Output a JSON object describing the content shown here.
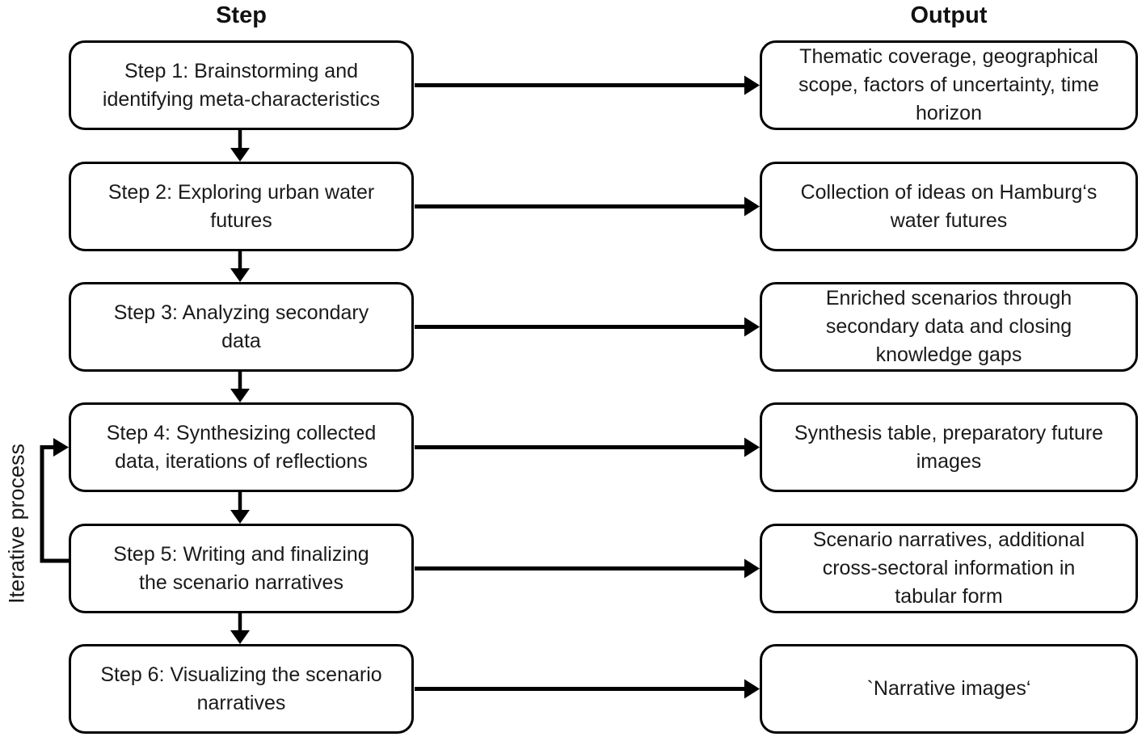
{
  "headers": {
    "step": "Step",
    "output": "Output"
  },
  "iterative_label": "Iterative process",
  "rows": [
    {
      "step": "Step 1: Brainstorming and identifying meta-characteristics",
      "output": "Thematic coverage, geographical scope, factors of uncertainty, time horizon"
    },
    {
      "step": "Step 2: Exploring urban water futures",
      "output": "Collection of ideas on Hamburg‘s water futures"
    },
    {
      "step": "Step 3: Analyzing secondary data",
      "output": "Enriched scenarios through secondary data and closing knowledge gaps"
    },
    {
      "step": "Step 4: Synthesizing collected data, iterations of reflections",
      "output": "Synthesis table, preparatory future images"
    },
    {
      "step": "Step 5: Writing and finalizing the scenario narratives",
      "output": "Scenario narratives, additional cross-sectoral information in tabular form"
    },
    {
      "step": "Step 6: Visualizing the scenario narratives",
      "output": "`Narrative images‘"
    }
  ],
  "colors": {
    "line": "#000000",
    "box_border": "#000000",
    "background": "#ffffff",
    "text": "#1a1a1a"
  }
}
